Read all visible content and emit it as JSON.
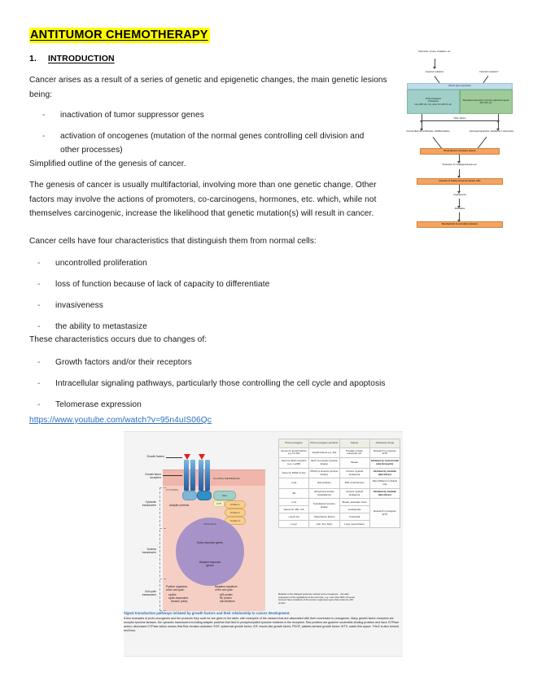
{
  "document": {
    "title": "ANTITUMOR CHEMOTHERAPY",
    "section_number": "1.",
    "section_title": "INTRODUCTION",
    "paragraphs": {
      "intro": "Cancer arises as a result of a series of genetic and epigenetic changes, the main genetic lesions being:",
      "simplified": "Simplified outline of the genesis of cancer.",
      "genesis": "The genesis of cancer is usually multifactorial, involving more than one genetic change. Other factors may involve the actions of promoters, co-carcinogens, hormones, etc. which, while not themselves carcinogenic, increase the likelihood that genetic mutation(s) will result in cancer.",
      "four_chars": "Cancer cells have four characteristics that distinguish them from normal cells:",
      "changes_of": "These characteristics occurs due to changes of:"
    },
    "lesion_list": [
      "inactivation of tumor suppressor genes",
      "activation of oncogenes (mutation of the normal genes controlling cell division and other processes)"
    ],
    "characteristics_list": [
      "uncontrolled proliferation",
      "loss of function because of lack of capacity to differentiate",
      "invasiveness",
      "the ability to metastasize"
    ],
    "changes_list": [
      "Growth factors and/or their receptors",
      "Intracellular signaling pathways, particularly those controlling the cell cycle and apoptosis",
      "Telomerase expression"
    ],
    "link": "https://www.youtube.com/watch?v=95n4uIS06Qc"
  },
  "flowchart": {
    "nodes": {
      "chemicals": "Chemicals, viruses, irradiation, etc.",
      "acquired": "Acquired mutations",
      "inherited": "Inherited mutations*",
      "altered": "Altered gene expression",
      "proto": "Proto-oncogenes\nOncogenes\nras, erbB, sis, myc, gene for cyclin D, etc.",
      "suppressor": "Decreased expression of tumour suppressor genes: p53, Rb1, etc.",
      "other_factors": "Other factors",
      "uncontrolled": "Uncontrolled cell proliferation, dedifferentiation",
      "decreased_apop": "Decreased apoptosis, alterations in telomerase",
      "primary_tumour": "Development of primary tumour",
      "metalloprot": "Production of metalloproteinases etc.",
      "invasion": "Invasion of nearby tissue by tumour cells",
      "angiogenesis": "Angiogenesis",
      "metastasis": "Metastasis",
      "secondary_tumour": "Development of secondary tumours"
    },
    "colors": {
      "orange": "#f4a460",
      "band": "#bfdce8",
      "teal": "#9fcfc6",
      "green": "#9ecb9a"
    }
  },
  "figure": {
    "cell_labels": {
      "growth_factors": "Growth factors",
      "growth_factor_receptors": "Growth factor\nreceptors",
      "cytosolic_transducers": "Cytosolic\ntransducers",
      "nuclear_transducers": "Nuclear\ntransducers",
      "cell_cycle_transducers": "Cell cycle\ntransducers",
      "plasma_membrane": "PLASMA MEMBRANE",
      "cytosol": "CYTOSOL",
      "nucleus": "NUCLEUS",
      "adapter_proteins": "Adapter proteins",
      "ras": "Ras",
      "gtp": "GTP",
      "kinase1": "Kinase 1",
      "kinase2": "Kinase 2",
      "kinase3": "Kinase 3",
      "early_response": "Early response genes",
      "delayed_response": "Delayed response\ngenes",
      "positive_regulators_head": "Positive regulators\nof the cell cycle:",
      "positive_regulators": [
        "cyclins",
        "cyclin-dependent",
        "kinases (cdks)"
      ],
      "negative_regulators_head": "Negative regulators\nof the cell cycle:",
      "negative_regulators": [
        "p53 protein",
        "Rb protein",
        "cdk inhibitors"
      ]
    },
    "table": {
      "headers": [
        "Proto-oncogene",
        "Proto-oncogene products",
        "Cancer",
        "Anticancer drugs"
      ],
      "rows": [
        [
          "Genes for growth factors e.g. for IGF",
          "Growth factors e.g. IGF",
          "Prostate, breast, colorectal, etc.",
          "Research in progress WTS"
        ],
        [
          "Gene for EGF receptors (e.g. c-erbB)",
          "Her2* (a receptor tyrosine kinase)",
          "Breast",
          "Inhibited by trastuzumab (aka Herceptin)"
        ],
        [
          "Gene for PDGF (c-sis)",
          "PDGF (a receptor tyrosine kinase)",
          "Chronic myeloid leukaemia",
          "Inhibited by imatinib (aka Glivec)"
        ],
        [
          "c-ras",
          "Ras proteins",
          "30% of all tumours",
          "Ras inhibitors in clinical trial"
        ],
        [
          "abl",
          "Abl tyrosine kinase (cytoplasmic)",
          "Chronic myeloid leukaemia",
          "Inhibited by imatinib (aka Glivec)"
        ],
        [
          "c-src",
          "Cytoplasmic tyrosine kinase",
          "Breast, pancreas, bone",
          "Research in progress WTS"
        ],
        [
          "Genes for JAK, Lck",
          "",
          "Leukaemias",
          ""
        ],
        [
          "c-jun/c-fos",
          "Transcription factors",
          "Colorectal",
          ""
        ],
        [
          "c-myc",
          "(Jun, Fos, Myc)",
          "Lung, neural tissue",
          ""
        ]
      ]
    },
    "table_note": "Mutation of the delayed response nuclear proto-oncogenes... can alter expression of the regulations of the cell cycle, e.g. more than 50% of human tumours have mutations of the tumour suppressor gene that codes for p53 protein.",
    "caption_title": "Signal transduction pathways initiated by growth factors and their relationship to cancer development.",
    "caption_body": "A few examples of proto-oncogenes and the products they code for are given in the table, with examples of the cancers that are associated with their conversion to oncogenes. Many growth factor receptors are receptor tyrosine kinases, the cytosolic transducers including adapter proteins that bind to phosphorylated tyrosine residues in the receptors. Ras proteins are guanine nucleotide-binding proteins and have GTPase action; decreased GTPase action means that Ras remains activated. EGF, epidermal growth factor; IGF, insulin-like growth factor; PDGF, platelet-derived growth factor; WTS, watch this space. *Her2 is also termed her2/neu."
  }
}
